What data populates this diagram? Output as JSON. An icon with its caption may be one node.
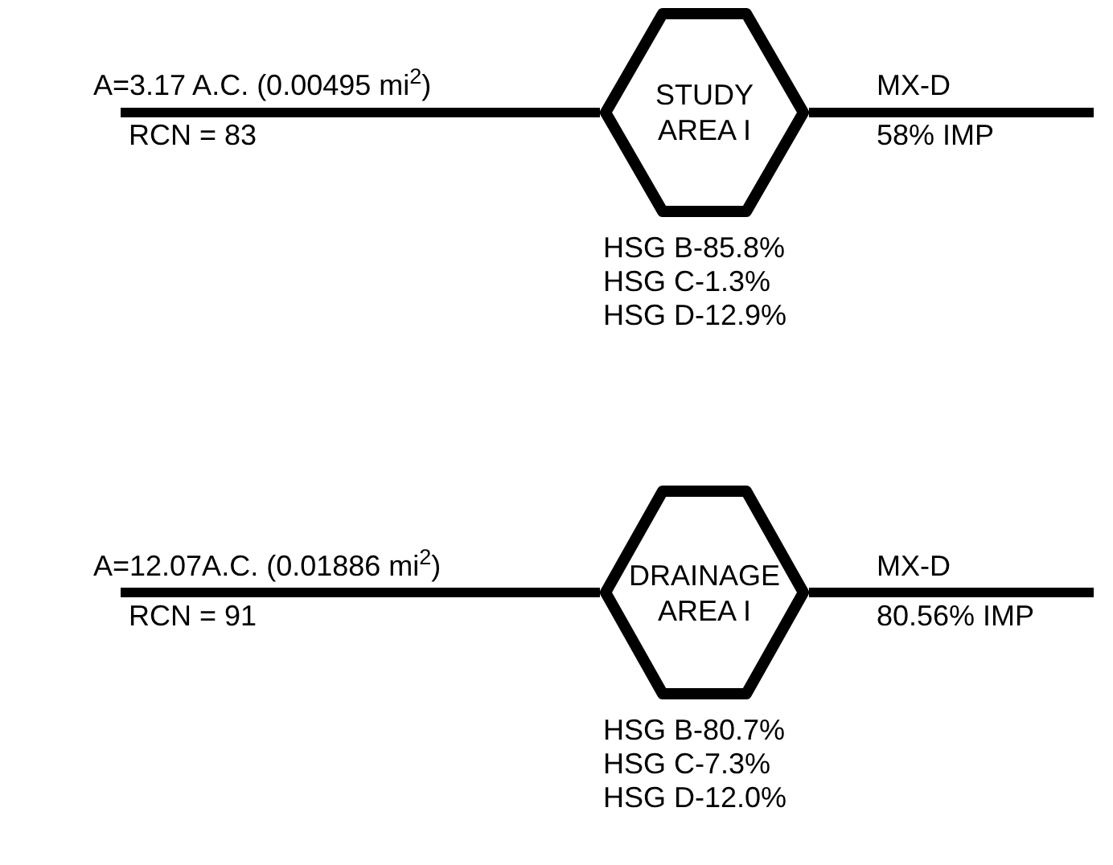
{
  "diagram": {
    "nodes": [
      {
        "text": [
          "STUDY AREA I"
        ],
        "beside": [
          "A=3.17 A.C. (0.00495 mi$^{2}$)",
          "RCN = 83",
          "MX-D",
          "58% IMP",
          "HSG B-85.8%",
          "HSG C-1.3%",
          "HSG D-12.9%"
        ]
      },
      {
        "text": [
          "DRAINAGE AREA I"
        ],
        "beside": [
          "A=12.07A.C. (0.01886 mi$^{2}$)",
          "RCN = 91",
          "MX-D",
          "80.56% IMP",
          "HSG B-80.7%",
          "HSG C-7.3%",
          "HSG D-12.0%"
        ]
      }
    ],
    "edges": [
      {
        "from": null,
        "to": 0,
        "arrow": "none"
      },
      {
        "from": 0,
        "to": null,
        "arrow": "none"
      },
      {
        "from": null,
        "to": 1,
        "arrow": "none"
      },
      {
        "from": 1,
        "to": null,
        "arrow": "none"
      }
    ]
  }
}
